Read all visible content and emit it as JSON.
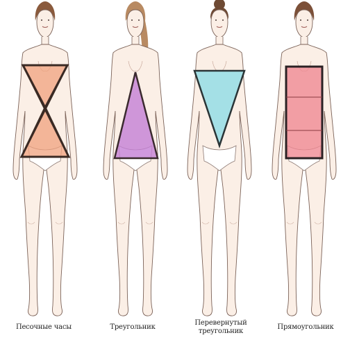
{
  "figures": [
    {
      "id": "hourglass",
      "label": "Песочные часы",
      "shape": "hourglass",
      "fill": "#f0a27e",
      "stroke": "#3a2a24",
      "hair": "#8a5a3c"
    },
    {
      "id": "triangle",
      "label": "Треугольник",
      "shape": "triangle",
      "fill": "#c47fd6",
      "stroke": "#3a2a2e",
      "hair": "#b88a62"
    },
    {
      "id": "inverted-triangle",
      "label_line1": "Перевернутый",
      "label_line2": "треугольник",
      "shape": "inverted-triangle",
      "fill": "#8fdce6",
      "stroke": "#2a3436",
      "hair": "#6e4a34"
    },
    {
      "id": "rectangle",
      "label": "Прямоугольник",
      "shape": "rectangle",
      "fill": "#f08a93",
      "stroke": "#2b2124",
      "hair": "#7c5038"
    }
  ],
  "colors": {
    "skin": "#fbefe6",
    "outline": "#7b6258"
  }
}
